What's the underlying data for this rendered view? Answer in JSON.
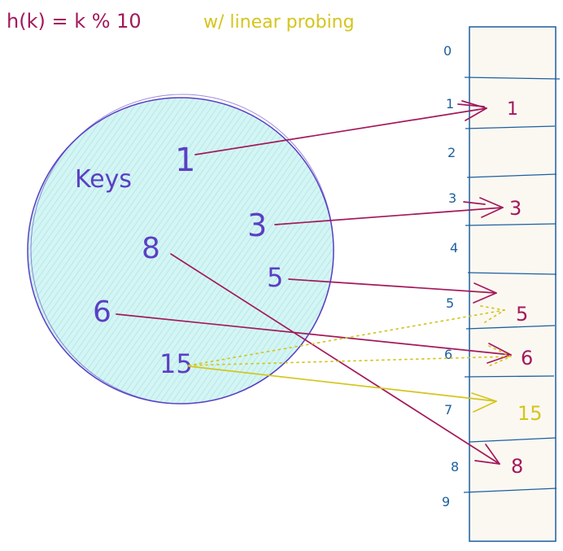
{
  "header": {
    "formula": "h(k) = k % 10",
    "note": "w/ linear probing"
  },
  "keys_set": {
    "label": "Keys",
    "keys": [
      {
        "id": "k1",
        "text": "1"
      },
      {
        "id": "k3",
        "text": "3"
      },
      {
        "id": "k8",
        "text": "8"
      },
      {
        "id": "k5",
        "text": "5"
      },
      {
        "id": "k6",
        "text": "6"
      },
      {
        "id": "k15",
        "text": "15"
      }
    ]
  },
  "table": {
    "indices": [
      "0",
      "1",
      "2",
      "3",
      "4",
      "5",
      "6",
      "7",
      "8",
      "9"
    ],
    "cells": [
      {
        "index": "1",
        "value": "1"
      },
      {
        "index": "3",
        "value": "3"
      },
      {
        "index": "5",
        "value": "5"
      },
      {
        "index": "6",
        "value": "6"
      },
      {
        "index": "7",
        "value": "15"
      },
      {
        "index": "8",
        "value": "8"
      }
    ]
  },
  "colors": {
    "formula": "#a3195b",
    "note": "#d4c51c",
    "keys": "#5b3fc4",
    "mapping_arrows": "#a3195b",
    "probe_arrows": "#d4c51c",
    "index_labels": "#1d5f9e",
    "table_fill": "#fbf8f2",
    "table_border": "#1d5f9e",
    "set_fill": "#cdf2f2",
    "set_border": "#5b3fc4"
  }
}
